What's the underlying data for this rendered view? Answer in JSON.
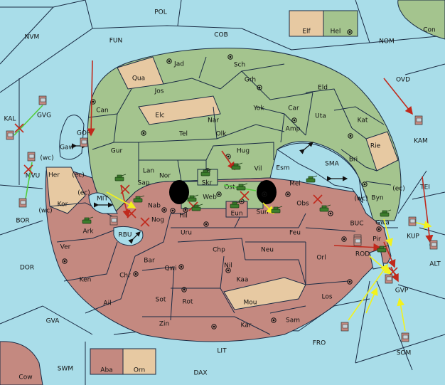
{
  "colors": {
    "sea": "#a9dde9",
    "green": "#a4c48e",
    "tan": "#e7c9a2",
    "rose": "#c48980",
    "border": "#1a2b44",
    "red_move": "#c0291c",
    "yellow_move": "#f2f21c",
    "green_move": "#52cc3a"
  },
  "legend": [
    {
      "label": "Elf",
      "color": "tan"
    },
    {
      "label": "Hel",
      "color": "green"
    },
    {
      "label": "Aba",
      "color": "rose"
    },
    {
      "label": "Orn",
      "color": "tan"
    }
  ],
  "sea_labels": [
    "POL",
    "FUN",
    "COB",
    "NVM",
    "NOM",
    "Con",
    "OVD",
    "KAL",
    "GVG",
    "GOR",
    "KAM",
    "MVU",
    "BOR",
    "DOR",
    "GVA",
    "SWM",
    "Cow",
    "DAX",
    "LIT",
    "FRO",
    "SOM",
    "GVP",
    "ALT",
    "TEI",
    "KUP",
    "BUC",
    "ROD",
    "MIT",
    "RBU",
    "SMA"
  ],
  "land_labels": [
    "Jad",
    "Sch",
    "Qua",
    "Jos",
    "Grh",
    "Eld",
    "Can",
    "Elc",
    "Yok",
    "Car",
    "Uta",
    "Nar",
    "Amp",
    "Kat",
    "Gaw",
    "Tel",
    "Olk",
    "Gur",
    "Hug",
    "Rie",
    "Lan",
    "Bri",
    "Her",
    "Nor",
    "Vil",
    "Esm",
    "Skr",
    "Sap",
    "Ost",
    "Mel",
    "Byn",
    "Web",
    "Kor",
    "Nab",
    "Eun",
    "Sun",
    "Obs",
    "Gwa",
    "Ark",
    "Hil",
    "Nog",
    "Pir",
    "Uru",
    "Feu",
    "Chp",
    "Neu",
    "Orl",
    "Ver",
    "Bar",
    "Qwi",
    "Nil",
    "Ken",
    "Chr",
    "Kaa",
    "Ail",
    "Sot",
    "Rot",
    "Mou",
    "Los",
    "Zin",
    "Kar",
    "Sam"
  ],
  "coast_tags": [
    "(wc)",
    "(ec)",
    "(ec)",
    "(wc)",
    "(wc)",
    "(ec)"
  ],
  "units": {
    "fleets": [
      "GVG",
      "GOR",
      "KAL",
      "MVU",
      "BOR",
      "RBU",
      "KAM",
      "KUP",
      "ALT",
      "BUC",
      "ROD",
      "GVP",
      "SOM",
      "FRO-fleet"
    ],
    "armies": [
      "Sap",
      "Nab",
      "Ark",
      "Vil",
      "Skr",
      "Ost",
      "Mel",
      "Obs",
      "Hil",
      "Web",
      "Eun",
      "Sun",
      "Gwa",
      "Pir"
    ]
  }
}
